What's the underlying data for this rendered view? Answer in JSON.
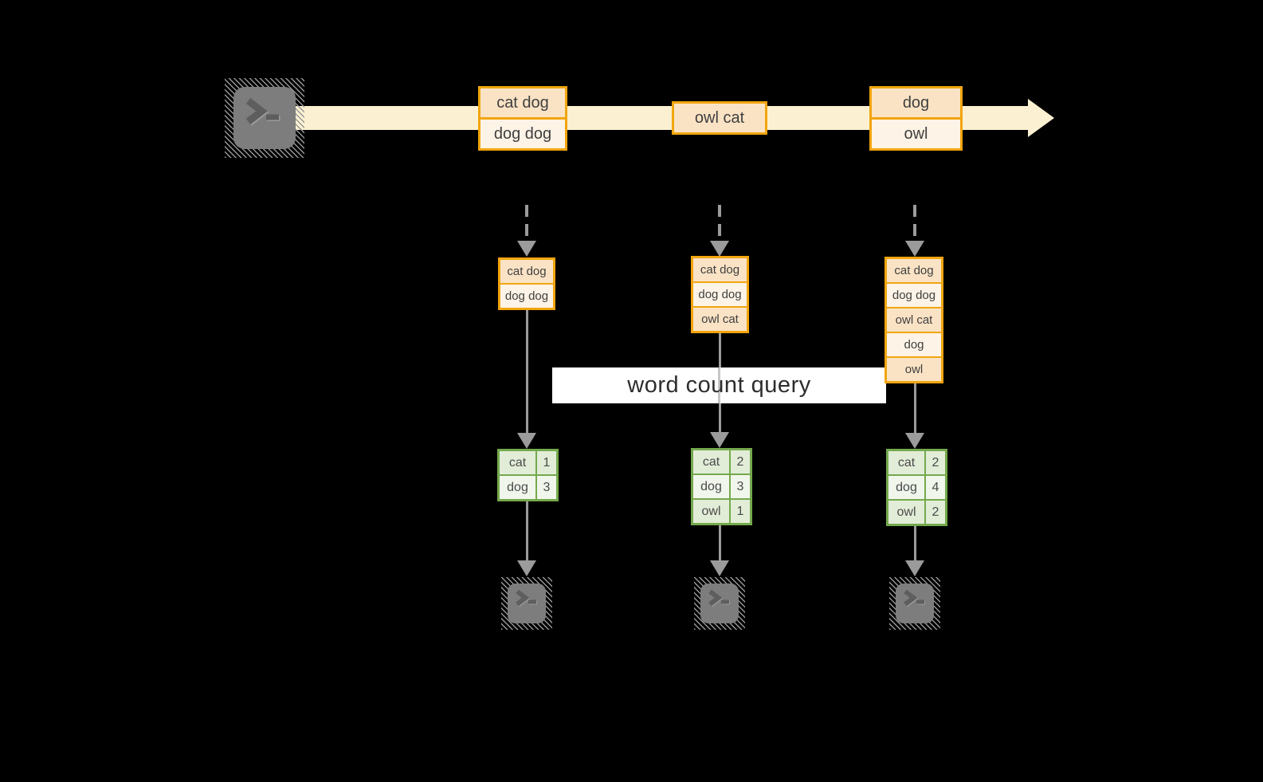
{
  "title": {
    "label": "word count query"
  },
  "stream": {
    "events": [
      {
        "cells": [
          "cat dog",
          "dog dog"
        ]
      },
      {
        "cells": [
          "owl cat"
        ]
      },
      {
        "cells": [
          "dog",
          "owl"
        ]
      }
    ]
  },
  "pipelines": [
    {
      "buffer": [
        "cat dog",
        "dog dog"
      ],
      "counts": [
        {
          "word": "cat",
          "count": "1"
        },
        {
          "word": "dog",
          "count": "3"
        }
      ]
    },
    {
      "buffer": [
        "cat dog",
        "dog dog",
        "owl cat"
      ],
      "counts": [
        {
          "word": "cat",
          "count": "2"
        },
        {
          "word": "dog",
          "count": "3"
        },
        {
          "word": "owl",
          "count": "1"
        }
      ]
    },
    {
      "buffer": [
        "cat dog",
        "dog dog",
        "owl cat",
        "dog",
        "owl"
      ],
      "counts": [
        {
          "word": "cat",
          "count": "2"
        },
        {
          "word": "dog",
          "count": "4"
        },
        {
          "word": "owl",
          "count": "2"
        }
      ]
    }
  ],
  "icons": {
    "source": "terminal-icon",
    "sinks": [
      "terminal-icon",
      "terminal-icon",
      "terminal-icon"
    ]
  },
  "colors": {
    "accent_orange": "#F2A50F",
    "stream_band_cream": "#FBF1D2",
    "table_green": "#74A94C",
    "arrow_gray": "#9B9B9B",
    "cell_peach_dark": "#FAE3C5",
    "cell_peach_light": "#FDF3E6",
    "cell_green_dark": "#E2EDD8",
    "cell_green_light": "#F1F6EC",
    "query_box_bg": "#FFFFFF"
  }
}
